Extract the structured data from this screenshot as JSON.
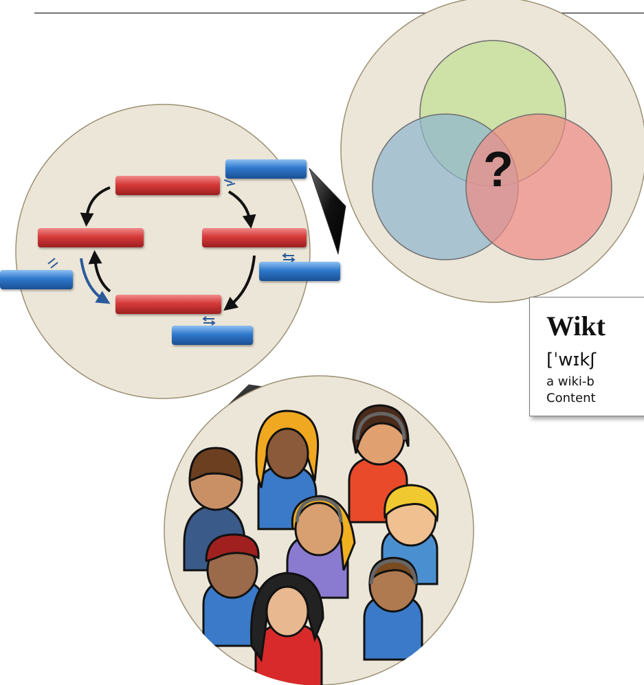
{
  "venn": {
    "center_label": "?",
    "colors": {
      "green": "#c9df9f",
      "blue": "#8fb5cf",
      "red": "#ef8c86"
    }
  },
  "wiktionary_card": {
    "title": "Wikt",
    "ipa": "[ˈwɪkʃ",
    "line1": "a wiki-b",
    "line2": "Content"
  },
  "colors": {
    "bubble_fill": "#ece6d8",
    "bubble_stroke": "#9a8f72",
    "red_bar": "#d23a3a",
    "blue_bar": "#2e72c8",
    "arrow": "#111111",
    "blue_arrow": "#2a5a9a"
  }
}
